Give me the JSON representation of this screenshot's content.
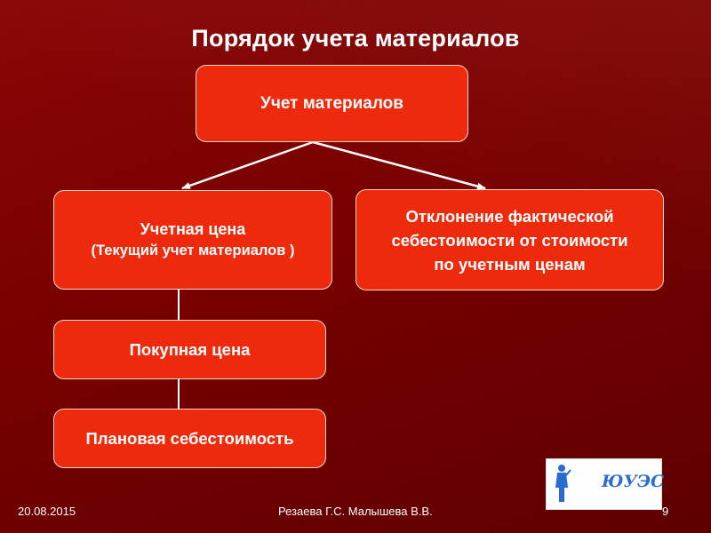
{
  "title": "Порядок учета материалов",
  "nodes": {
    "root": "Учет материалов",
    "price": {
      "line1": "Учетная цена",
      "line2": "(Текущий учет материалов )"
    },
    "deviation": {
      "line1": "Отклонение фактической",
      "line2": "себестоимости от стоимости",
      "line3": "по учетным ценам"
    },
    "purchase": "Покупная цена",
    "plan": "Плановая себестоимость"
  },
  "edges": [
    {
      "from": "root",
      "to": "price",
      "style": "arrow"
    },
    {
      "from": "root",
      "to": "deviation",
      "style": "arrow"
    },
    {
      "from": "price",
      "to": "purchase",
      "style": "line"
    },
    {
      "from": "purchase",
      "to": "plan",
      "style": "line"
    }
  ],
  "footer": {
    "date": "20.08.2015",
    "authors": "Резаева Г.С. Малышева В.В.",
    "page": "9"
  },
  "logo": {
    "letters": "ЮУЭС",
    "icon": "statue-figure-icon"
  },
  "colors": {
    "background": "#7a0000",
    "box_fill": "#ee2a0c",
    "box_border": "#ffd6c8",
    "text": "#ffffff",
    "connector": "#ffffff"
  }
}
